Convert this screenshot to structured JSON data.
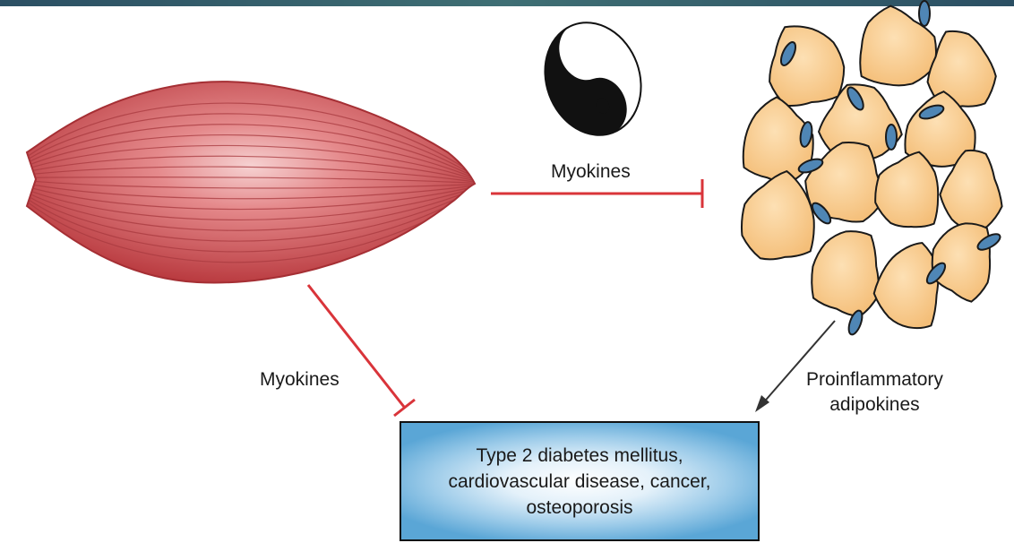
{
  "labels": {
    "myokines_top": "Myokines",
    "myokines_left": "Myokines",
    "proinflammatory_line1": "Proinflammatory",
    "proinflammatory_line2": "adipokines"
  },
  "outcome": {
    "line1": "Type 2 diabetes mellitus,",
    "line2": "cardiovascular disease, cancer,",
    "line3": "osteoporosis"
  },
  "colors": {
    "inhibition_arrow": "#d9343a",
    "muscle": "#c9474b",
    "adipocyte": "#f7c98a",
    "nucleus": "#4f86b5",
    "box_edge": "#5aa6d6"
  },
  "icons": {
    "balance": "yin-yang-icon",
    "muscle": "muscle-tissue-icon",
    "fat": "adipose-tissue-icon"
  }
}
